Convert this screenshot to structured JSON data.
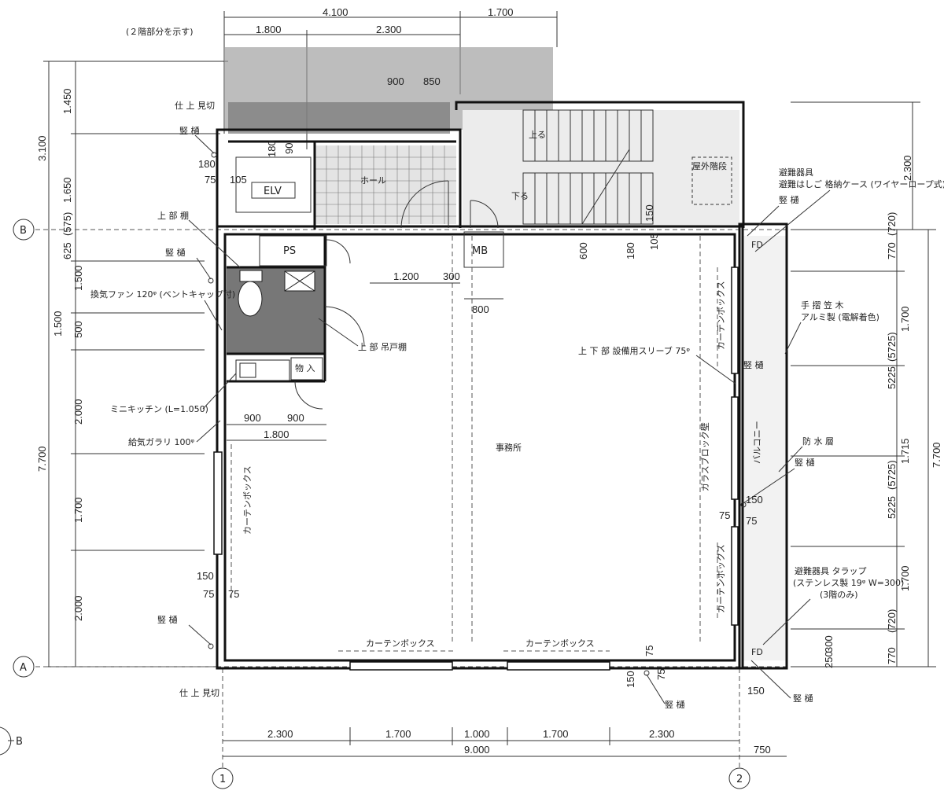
{
  "dims": {
    "top_4100": "4.100",
    "top_1700": "1.700",
    "top_1800": "1.800",
    "top_2300": "2.300",
    "bot_2300a": "2.300",
    "bot_1700a": "1.700",
    "bot_1000": "1.000",
    "bot_1700b": "1.700",
    "bot_2300b": "2.300",
    "bot_9000": "9.000",
    "bot_750": "750",
    "left_3100": "3.100",
    "left_1450": "1.450",
    "left_1650": "1.650",
    "left_7700": "7.700",
    "left_625": "625",
    "left_575": "(575)",
    "left_1500a": "1.500",
    "left_1500b": "1.500",
    "left_500": "500",
    "left_2000a": "2.000",
    "left_1700": "1.700",
    "left_2000b": "2.000",
    "right_2300": "2.300",
    "right_7700": "7.700",
    "right_770a": "770",
    "right_720a": "(720)",
    "right_1700a": "1.700",
    "right_5225a": "5225",
    "right_5725a": "(5725)",
    "right_1715": "1.715",
    "right_5225b": "5225",
    "right_5725b": "(5725)",
    "right_1700b": "1.700",
    "right_770b": "770",
    "right_720b": "(720)",
    "right_300": "300",
    "right_250": "250",
    "int_1200": "1.200",
    "int_300": "300",
    "int_800": "800",
    "int_600": "600",
    "int_180": "180",
    "int_105": "105",
    "int_900a": "900",
    "int_900b": "900",
    "int_1800": "1.800",
    "int_180b": "180",
    "int_75a": "75",
    "int_105b": "105",
    "int_150a": "150",
    "int_75b": "75",
    "int_75c": "75",
    "int_150b": "150",
    "int_75d": "75",
    "int_75e": "75",
    "int_150c": "150",
    "int_75f": "75",
    "int_150d": "150",
    "int_75g": "75",
    "int_150e": "150",
    "int_180c": "180",
    "int_90": "90",
    "int_900c": "900",
    "int_850": "850"
  },
  "grid": {
    "b": "B",
    "a": "A",
    "one": "1",
    "two": "2",
    "b_edge": "B"
  },
  "labels": {
    "second_floor": "(２階部分を示す)",
    "finish_left_top": "仕 上 見切",
    "drain_left_top": "竪 樋",
    "elv": "ELV",
    "hall": "ホール",
    "up": "上る",
    "down": "下る",
    "outside_stair": "屋外階段",
    "ps": "PS",
    "mb": "MB",
    "upper_shelf": "上 部 棚",
    "drain_left_mid": "竪 樋",
    "exhaust_fan": "換気ファン 120ᵠ (ベントキャップ付)",
    "upper_cabinet": "上 部 吊戸棚",
    "storage": "物 入",
    "mini_kitchen": "ミニキッチン (L=1.050)",
    "air_louver": "給気ガラリ 100ᵠ",
    "office": "事務所",
    "curtain_box_left": "カーテンボックス",
    "curtain_box_b1": "カーテンボックス",
    "curtain_box_b2": "カーテンボックス",
    "curtain_box_r1": "カーテンボックス",
    "curtain_box_r2": "カーテンボックス",
    "glass_block": "ガラスブロック壁",
    "sleeve": "上 下 部 設備用スリーブ 75ᵠ",
    "evac_top_1": "避難器具",
    "evac_top_2": "避難はしご 格納ケース (ワイヤーロープ式)",
    "drain_right_top": "竪 樋",
    "handrail_1": "手 摺 笠 木",
    "handrail_2": "アルミ製 (電解着色)",
    "drain_right_mid1": "竪 樋",
    "balcony": "バルコニー",
    "waterproof": "防 水 層",
    "drain_right_mid2": "竪 樋",
    "evac_bot_1": "避難器具 タラップ",
    "evac_bot_2": "(ステンレス製 19ᵠ W=300)",
    "evac_bot_3": "(3階のみ)",
    "drain_bottom": "竪 樋",
    "drain_bottom_right": "竪 樋",
    "drain_left_bot": "竪 樋",
    "finish_left_bot": "仕 上 見切",
    "fd1": "FD",
    "fd2": "FD"
  }
}
